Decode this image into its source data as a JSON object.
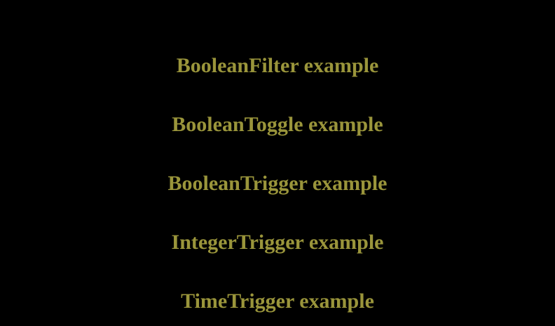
{
  "theme": {
    "background": "#000000",
    "link_color": "#9a953b"
  },
  "examples": [
    {
      "label": "BooleanFilter example"
    },
    {
      "label": "BooleanToggle example"
    },
    {
      "label": "BooleanTrigger example"
    },
    {
      "label": "IntegerTrigger example"
    },
    {
      "label": "TimeTrigger example"
    }
  ]
}
